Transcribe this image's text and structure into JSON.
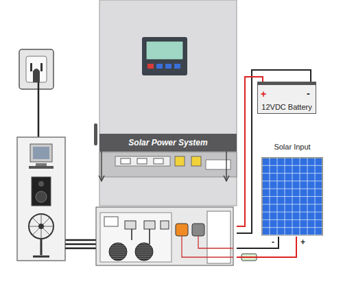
{
  "diagram": {
    "nodes": [
      {
        "text": [
          "Solar Power System"
        ]
      },
      {
        "text": [
          "12VDC Battery"
        ]
      },
      {
        "text": [
          "Solar Input"
        ]
      }
    ],
    "edges": [
      {
        "from": 1,
        "to": 0,
        "arrow": "none"
      },
      {
        "from": 2,
        "to": 0,
        "arrow": "none"
      }
    ],
    "labels": [
      "+",
      "-",
      "-",
      "+"
    ]
  }
}
